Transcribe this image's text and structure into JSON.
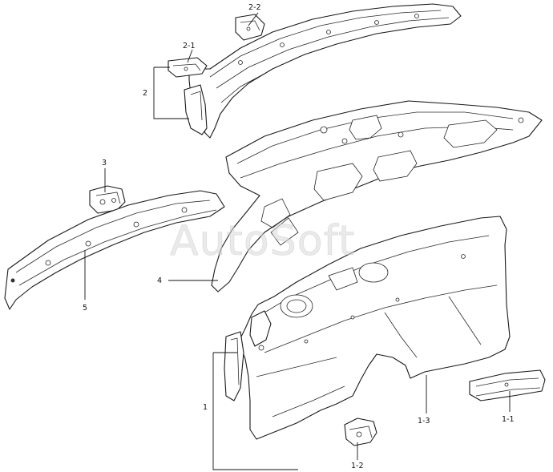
{
  "watermark": "AutoSoft",
  "callouts": {
    "c2_2": "2-2",
    "c2_1": "2-1",
    "c2": "2",
    "c3": "3",
    "c4": "4",
    "c5": "5",
    "c1": "1",
    "c1_1": "1-1",
    "c1_2": "1-2",
    "c1_3": "1-3"
  }
}
